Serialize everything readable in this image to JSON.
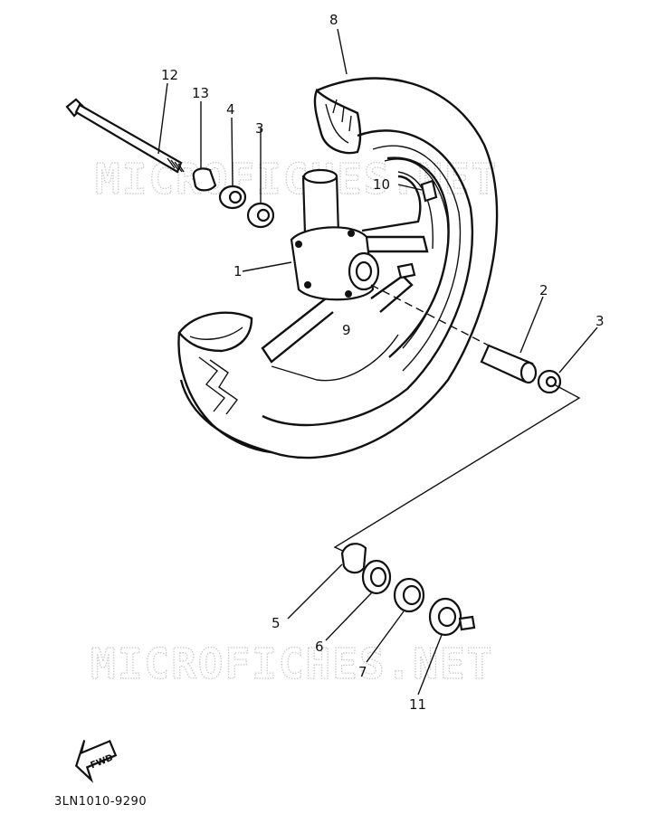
{
  "watermark": "MICROFICHES.NET",
  "fwd_label": "FWD",
  "diagram_code": "3LN1010-9290",
  "callouts": [
    {
      "id": "1",
      "text": "1"
    },
    {
      "id": "2",
      "text": "2"
    },
    {
      "id": "3a",
      "text": "3"
    },
    {
      "id": "3b",
      "text": "3"
    },
    {
      "id": "4",
      "text": "4"
    },
    {
      "id": "5",
      "text": "5"
    },
    {
      "id": "6",
      "text": "6"
    },
    {
      "id": "7",
      "text": "7"
    },
    {
      "id": "8",
      "text": "8"
    },
    {
      "id": "9",
      "text": "9"
    },
    {
      "id": "10",
      "text": "10"
    },
    {
      "id": "11",
      "text": "11"
    },
    {
      "id": "12",
      "text": "12"
    },
    {
      "id": "13",
      "text": "13"
    }
  ]
}
